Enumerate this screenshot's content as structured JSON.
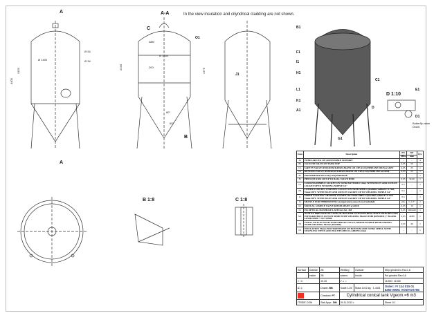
{
  "note": "In the view insulation and cilyndrical cladding are not shown.",
  "views": {
    "section_aa": "A-A",
    "detail_b": "B 1:8",
    "detail_c": "C 1:8",
    "detail_d": "D 1:10",
    "arrow_a": "A",
    "b": "B",
    "c": "C",
    "d": "D"
  },
  "callouts": [
    "B1",
    "F1",
    "I1",
    "H1",
    "L1",
    "K1",
    "A1",
    "G1",
    "C1",
    "E1",
    "D1",
    "J1",
    "O1"
  ],
  "butterfly_label": "Butterfly valve DN25",
  "dimensions": [
    "Ø 1400",
    "Ø 1650",
    "4405",
    "3150",
    "2190",
    "1775",
    "48M",
    "200",
    "Ø 34",
    "Ø 34",
    "80°",
    "60°"
  ],
  "bom": {
    "headers": {
      "item": "Item",
      "description": "Description",
      "pn": "PN",
      "dn": "DN",
      "mpa": "MPa",
      "mm": "mm",
      "qty": "Qty."
    },
    "rows": [
      {
        "item": "A1",
        "desc": "TUBULAR LEG ON ADJUSTABLE SUPPORT",
        "pn": "-",
        "dn": "-",
        "qty": "4"
      },
      {
        "item": "B1",
        "desc": "VACUUM VALVE ON TANK TOP",
        "pn": "0,05",
        "dn": "50",
        "qty": "1"
      },
      {
        "item": "C1",
        "desc": "SAFETY VALVE DN25/DN50 KIESELMANN ON CIP (CO2) PIPELINE DN25 art.6357",
        "pn": "0,05",
        "dn": "25",
        "qty": "1"
      },
      {
        "item": "D1",
        "desc": "BUNGING VALVE DN50/DN25 KIESELMANN ON CIP (CO2) PIPELINE art.6240",
        "pn": "0,05",
        "dn": "25",
        "qty": "1"
      },
      {
        "item": "E1",
        "desc": "MANOMETER ON CIP (CO2) PIPELINE",
        "pn": "-",
        "dn": "-",
        "qty": "1"
      },
      {
        "item": "F1",
        "desc": "PIPELINE FOR CIP UP TO BALL VALVE DN40",
        "pn": "0,05",
        "dn": "32/40",
        "qty": "1"
      },
      {
        "item": "G1",
        "desc": "COOLING DIMPLE JACKET ON TANK BOTTOM F=2m2, WITH INLET AND OUTLET JACKET UP TO WELDING NIPPLE G1\"",
        "pn": "0,3",
        "dn": "-",
        "qty": "1"
      },
      {
        "item": "H1",
        "desc": "LOWER COOLING CHANNEL JACKET ON TANK SHELL (machine welded F=1.7m2, Tmax=80°C WITH INLET AND OUTLET JACKET UP TO WELDING NIPPLE G1\"",
        "pn": "0,3",
        "dn": "-",
        "qty": "1"
      },
      {
        "item": "I1",
        "desc": "UPPER COOLING CHANNEL JACKET ON TANK SHELL (machine welded F=1.7m2, Tmax=80°C WITH INLET AND OUTLET JACKET UP TO WELDING NIPPLE G1\"",
        "pn": "0,3",
        "dn": "-",
        "qty": "1"
      },
      {
        "item": "J1",
        "desc": "MUFFLE FOR THERMOWELL (temperature sensor is not included)",
        "pn": "atm.",
        "dn": "G 1/2\"",
        "qty": "1"
      },
      {
        "item": "K1",
        "desc": "MANUAL SAMPLE VALVE KIESELMANN art.6010",
        "pn": "0,05",
        "dn": "10",
        "qty": "1"
      },
      {
        "item": "L1",
        "desc": "ELLIPTICAL MANHOLE LAVEGGI Art. 438",
        "pn": "0,05",
        "dn": "340x440",
        "qty": "1"
      },
      {
        "item": "M1",
        "desc": "OUTLET PIPE DN40 ON CONICAL BOTTOM UP TO WELDING MALE DN40 DIN 11851 INTEGRATED IN OUTLET DN80 WITH WELDING MALE DN80 (DIN11851) + BLANK LINER DN80 + NUT DN80",
        "pn": "0,05",
        "dn": "40/80",
        "qty": "1"
      },
      {
        "item": "N1",
        "desc": "TOTAL OUTLET WITH TO BUTERFLY VALVE, DEMOUNTABLE BEND ENDING WITH WELDING MALE (DN1080)",
        "pn": "0,05",
        "dn": "40",
        "qty": "1"
      },
      {
        "item": "O1",
        "desc": "INSULATION 70mm POLYURETHANE ON BOTTOM AND TANKS SHELL WITH STAINLESS STEEL (AISI 304) WELDED CLADDING 2mm",
        "pn": "-",
        "dn": "-",
        "qty": "1"
      }
    ]
  },
  "titleblock": {
    "surface": "Surface",
    "outside": "Outside",
    "inside": "Inside",
    "outside_val": "2B",
    "inside_val": "2B",
    "welding": "Welding",
    "welding_val": "seams",
    "outside2": "Outside",
    "inside2": "Inside",
    "strip": "Strip grinded to Ra=1,6",
    "pol": "Pol grinded Ra<0,8",
    "tol": "±0.30",
    "tol2": "±1000",
    "tol3": "±1000",
    "drawn": "Drawn:",
    "drawn_by": "BB",
    "checked": "Checked:",
    "checked_by": "PT",
    "approved": "Stat.Appr.:",
    "approved_by": "DM",
    "scale_label": "Scale",
    "scale": "1:25",
    "mass_label": "Mass",
    "mass": "1010 kg",
    "material": "1.4301",
    "order": "Order: ## 114 010 01",
    "drawing_no": "5260 WWC VANITOS785",
    "title": "Cylindrical conical tank Vgeom.=6 m3",
    "date": "29.11.2013 г.",
    "sheet_label": "Sheet",
    "sheet": "1/1",
    "company": "ITRIDE.COM"
  },
  "colors": {
    "line": "#333333",
    "tank_3d": "#5a5a5a",
    "logo_red": "#e33322",
    "order_blue": "#223a7a"
  }
}
